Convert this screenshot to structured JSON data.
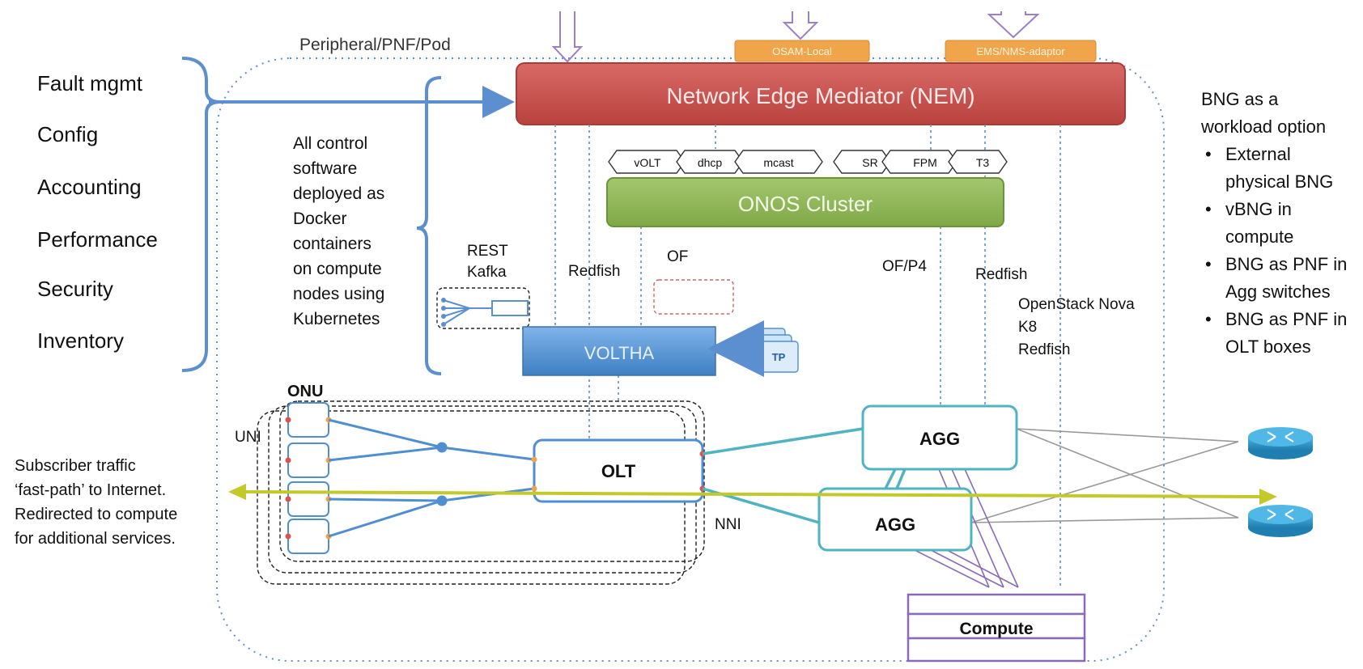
{
  "fcaps": {
    "items": [
      "Fault mgmt",
      "Config",
      "Accounting",
      "Performance",
      "Security",
      "Inventory"
    ]
  },
  "pod_label": "Peripheral/PNF/Pod",
  "control_text": [
    "All control",
    "software",
    "deployed as",
    "Docker",
    "containers",
    "on compute",
    "nodes using",
    "Kubernetes"
  ],
  "nem": {
    "title": "Network Edge Mediator (NEM)",
    "osam_label": "OSAM-Local",
    "ems_label": "EMS/NMS-adaptor"
  },
  "apps": {
    "left": [
      "vOLT",
      "dhcp",
      "mcast"
    ],
    "right": [
      "SR",
      "FPM",
      "T3"
    ]
  },
  "onos": {
    "title": "ONOS Cluster"
  },
  "interfaces": {
    "rest": "REST",
    "kafka": "Kafka",
    "redfish_left": "Redfish",
    "of": "OF",
    "of_p4": "OF/P4",
    "redfish_right": "Redfish",
    "openstack": [
      "OpenStack Nova",
      "K8",
      "Redfish"
    ]
  },
  "voltha": {
    "title": "VOLTHA",
    "tp_label": "TP"
  },
  "access": {
    "onu": "ONU",
    "uni": "UNI",
    "olt": "OLT",
    "nni": "NNI"
  },
  "agg": {
    "top": "AGG",
    "bottom": "AGG"
  },
  "compute": {
    "label": "Compute"
  },
  "subscriber_text": [
    "Subscriber traffic",
    "‘fast-path’ to Internet.",
    "Redirected to compute",
    "for additional services."
  ],
  "bng": {
    "title": [
      "BNG as a",
      "workload option"
    ],
    "bullets": [
      [
        "External",
        "physical BNG"
      ],
      [
        "vBNG in",
        "compute"
      ],
      [
        "BNG as PNF in",
        "Agg switches"
      ],
      [
        "BNG as PNF in",
        "OLT boxes"
      ]
    ]
  },
  "colors": {
    "nem": "#c9534f",
    "onos": "#8db653",
    "voltha": "#4f8fd1",
    "orange": "#f0a54b",
    "blue_line": "#5b8fcf",
    "teal_line": "#4fb3c2",
    "traffic": "#c3c82b",
    "compute": "#8b6bb8",
    "router": "#2f93c4"
  }
}
